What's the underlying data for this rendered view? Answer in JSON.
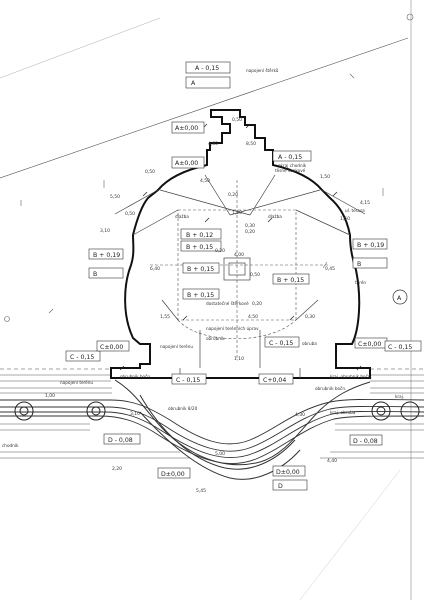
{
  "drawing": {
    "level_boxes": [
      {
        "key": "a_minus",
        "text": "A - 0,15"
      },
      {
        "key": "a_letter",
        "text": "A"
      },
      {
        "key": "a_zero_1",
        "text": "A±0,00"
      },
      {
        "key": "a_zero_2",
        "text": "A±0,00"
      },
      {
        "key": "a_minus_r",
        "text": "A - 0,15"
      },
      {
        "key": "b_012",
        "text": "B + 0,12"
      },
      {
        "key": "b_015_1",
        "text": "B + 0,15"
      },
      {
        "key": "b_015_2",
        "text": "B + 0,15"
      },
      {
        "key": "b_015_3",
        "text": "B + 0,15"
      },
      {
        "key": "b_015_4",
        "text": "B + 0,15"
      },
      {
        "key": "b_019_l",
        "text": "B + 0,19"
      },
      {
        "key": "b_019_r",
        "text": "B + 0,19"
      },
      {
        "key": "b_letter_l",
        "text": "B"
      },
      {
        "key": "b_letter_r",
        "text": "B"
      },
      {
        "key": "c_minus_l",
        "text": "C - 0,15"
      },
      {
        "key": "c_zero_l",
        "text": "C±0,00"
      },
      {
        "key": "c_minus_mid",
        "text": "C - 0,15"
      },
      {
        "key": "c_004",
        "text": "C+0,04"
      },
      {
        "key": "c_minus_ml",
        "text": "C - 0,15"
      },
      {
        "key": "c_zero_r",
        "text": "C±0,00"
      },
      {
        "key": "c_minus_r",
        "text": "C - 0,15"
      },
      {
        "key": "d_008_l",
        "text": "D - 0,08"
      },
      {
        "key": "d_zero_l",
        "text": "D±0,00"
      },
      {
        "key": "d_zero_r",
        "text": "D±0,00"
      },
      {
        "key": "d_letter",
        "text": "D"
      },
      {
        "key": "d_008_r",
        "text": "D - 0,08"
      },
      {
        "key": "circle_a",
        "text": "A"
      }
    ],
    "notes": [
      {
        "key": "n1",
        "text": "napojení štěrků"
      },
      {
        "key": "n2",
        "text": "okraj chodník"
      },
      {
        "key": "n3",
        "text": "těsně šonkové"
      },
      {
        "key": "n4",
        "text": "dlažba"
      },
      {
        "key": "n5",
        "text": "dlažba"
      },
      {
        "key": "n6",
        "text": "dostatečné štěrkové"
      },
      {
        "key": "n7",
        "text": "napojení terénních úprav"
      },
      {
        "key": "n8",
        "text": "obrubník"
      },
      {
        "key": "n9",
        "text": "terén"
      },
      {
        "key": "n10",
        "text": "napojení terénu"
      },
      {
        "key": "n11",
        "text": "obruba"
      },
      {
        "key": "n12",
        "text": "obrubník 8/20"
      },
      {
        "key": "n13",
        "text": "napojení terénu"
      },
      {
        "key": "n14",
        "text": "kraj. obrubník bočn."
      },
      {
        "key": "n15",
        "text": "kraj."
      },
      {
        "key": "n16",
        "text": "chodník"
      },
      {
        "key": "n17",
        "text": "obrubník bočn."
      },
      {
        "key": "n18",
        "text": "obrubník bočn."
      },
      {
        "key": "n19",
        "text": "ul. terasa"
      },
      {
        "key": "n20",
        "text": "kraj. obruba"
      }
    ],
    "dims": [
      "0,50",
      "4,85",
      "8,50",
      "4,50",
      "0,20",
      "0,30",
      "0,20",
      "1,20",
      "0,20",
      "4,00",
      "0,50",
      "0,20",
      "4,50",
      "1,10",
      "6,40",
      "0,45",
      "0,50",
      "3,10",
      "1,50",
      "4,15",
      "0,50",
      "1,50",
      "5,50",
      "1,55",
      "0,30",
      "5,00",
      "2,20",
      "1,00",
      "3,10",
      "4,30",
      "5,45",
      "4,40"
    ]
  }
}
